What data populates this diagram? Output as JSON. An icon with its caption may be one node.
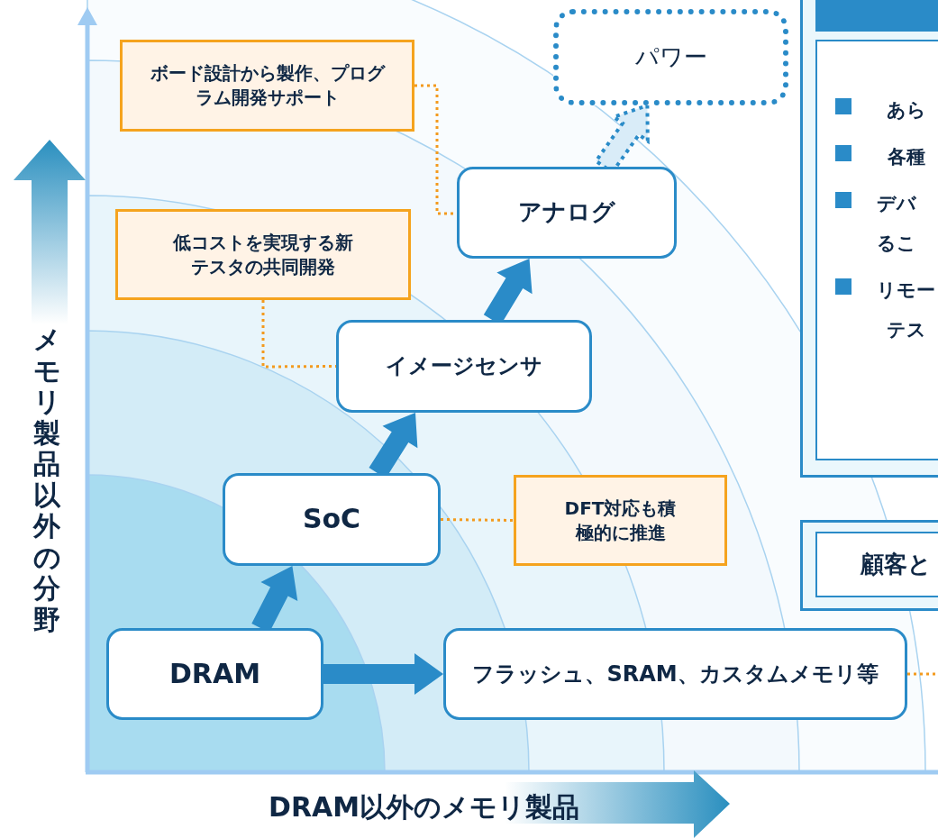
{
  "diagram": {
    "nodes": [
      {
        "text": [
          "ボード設計から製作、プログラム開発サポート"
        ]
      },
      {
        "text": [
          "パワー"
        ]
      },
      {
        "text": [
          "あら",
          "各種",
          "デバるこ",
          "リモーテス"
        ]
      },
      {
        "text": [
          "アナログ"
        ]
      },
      {
        "text": [
          "低コストを実現する新テスタの共同開発"
        ]
      },
      {
        "text": [
          "イメージセンサ"
        ]
      },
      {
        "text": [
          "SoC"
        ]
      },
      {
        "text": [
          "DFT対応も積極的に推進"
        ]
      },
      {
        "text": [
          "顧客と"
        ]
      },
      {
        "text": [
          "DRAM"
        ]
      },
      {
        "text": [
          "フラッシュ、SRAM、カスタムメモリ等"
        ]
      }
    ],
    "edges": [
      {
        "from": 9,
        "to": 6,
        "arrow": "to"
      },
      {
        "from": 6,
        "to": 5,
        "arrow": "to"
      },
      {
        "from": 5,
        "to": 3,
        "arrow": "to"
      },
      {
        "from": 3,
        "to": 1,
        "arrow": "to",
        "style": "dashed"
      },
      {
        "from": 9,
        "to": 10,
        "arrow": "to"
      },
      {
        "from": 0,
        "to": 3,
        "arrow": "none",
        "style": "dashed",
        "color": "#f39a1e"
      },
      {
        "from": 4,
        "to": 5,
        "arrow": "none",
        "style": "dashed",
        "color": "#f39a1e"
      },
      {
        "from": 6,
        "to": 7,
        "arrow": "none",
        "style": "dashed",
        "color": "#f39a1e"
      },
      {
        "from": 10,
        "to": null,
        "arrow": "none",
        "style": "dashed",
        "color": "#f39a1e"
      }
    ],
    "labels": [
      "メモリ製品以外の分野",
      "DRAM以外のメモリ製品"
    ]
  }
}
